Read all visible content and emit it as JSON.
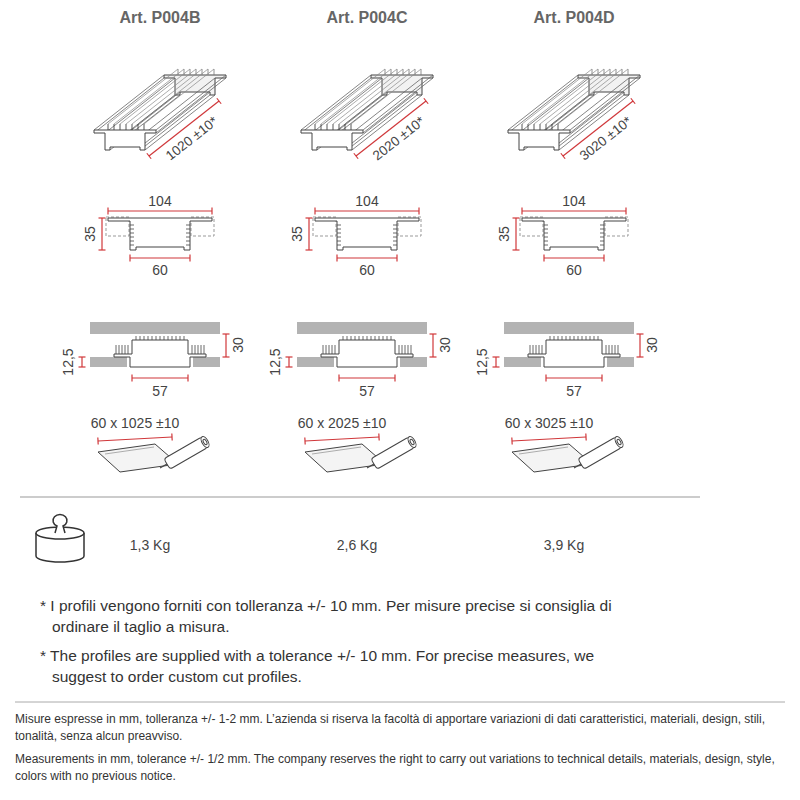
{
  "diagram": {
    "labels": [
      "Art. P004B",
      "Art. P004C",
      "Art. P004D",
      "1020 ±10*",
      "2020 ±10*",
      "3020 ±10*",
      "104",
      "35",
      "60",
      "104",
      "35",
      "60",
      "104",
      "35",
      "60",
      "12,5",
      "30",
      "57",
      "12,5",
      "30",
      "57",
      "12,5",
      "30",
      "57",
      "60 x 1025 ±10",
      "60 x 2025 ±10",
      "60 x 3025 ±10",
      "1,3 Kg",
      "2,6 Kg",
      "3,9 Kg",
      "* I profili vengono forniti con tolleranza +/- 10 mm. Per misure precise si consiglia di ordinare il taglio a misura.",
      "* The profiles are supplied with a tolerance +/- 10 mm. For precise measures, we suggest to order custom cut profiles.",
      "Misure espresse in mm, tolleranza +/- 1-2 mm. L’azienda si riserva la facoltà di apportare variazioni di dati caratteristici, materiali, design, stili, tonalità, senza alcun preavviso.",
      "Measurements in mm, tolerance +/- 1/2 mm. The company reserves the right to carry out variations to technical details, materials, design, style, colors with no previous notice."
    ]
  }
}
